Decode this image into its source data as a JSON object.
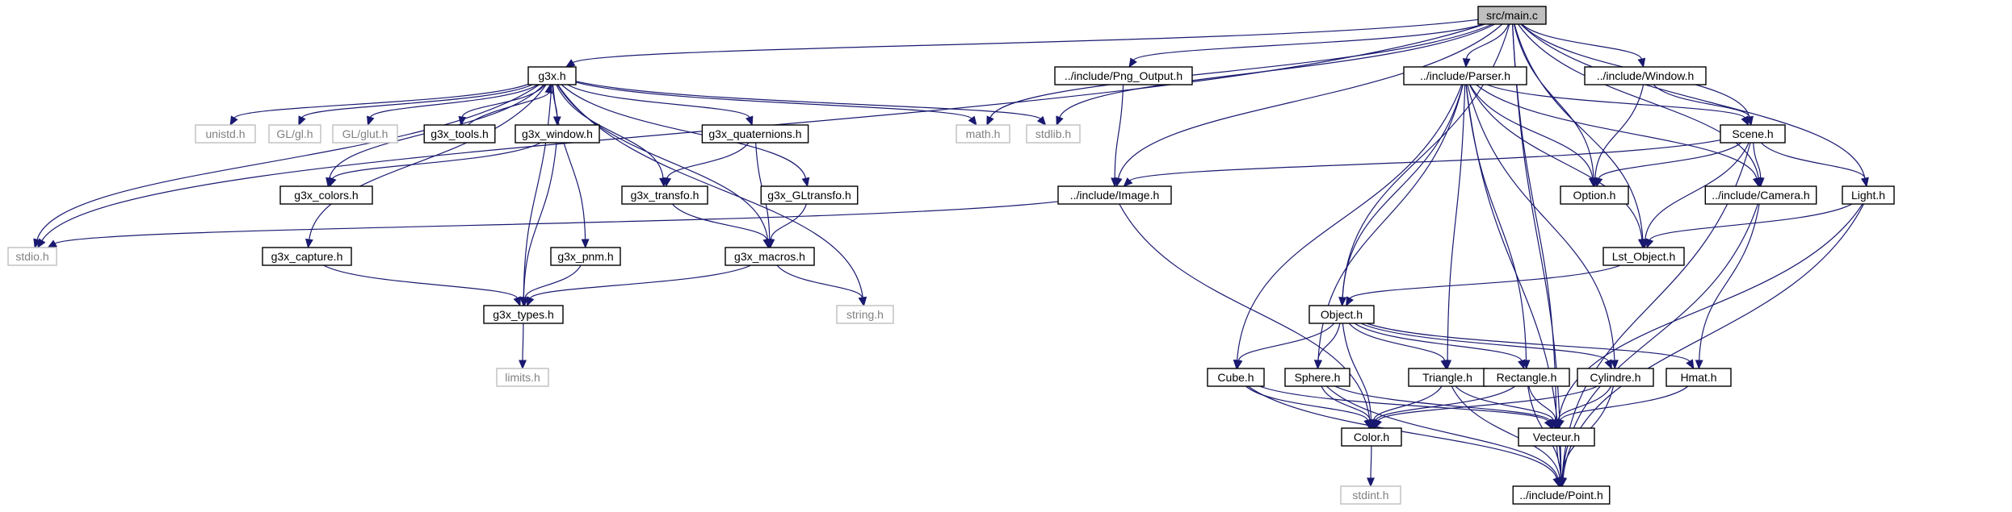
{
  "graph": {
    "nodes": [
      {
        "id": "main",
        "label": "src/main.c",
        "kind": "root"
      },
      {
        "id": "g3x",
        "label": "g3x.h",
        "kind": "doc"
      },
      {
        "id": "png",
        "label": "../include/Png_Output.h",
        "kind": "doc"
      },
      {
        "id": "parser",
        "label": "../include/Parser.h",
        "kind": "doc"
      },
      {
        "id": "window",
        "label": "../include/Window.h",
        "kind": "doc"
      },
      {
        "id": "unistd",
        "label": "unistd.h",
        "kind": "ext"
      },
      {
        "id": "glgl",
        "label": "GL/gl.h",
        "kind": "ext"
      },
      {
        "id": "glglut",
        "label": "GL/glut.h",
        "kind": "ext"
      },
      {
        "id": "g3xtools",
        "label": "g3x_tools.h",
        "kind": "doc"
      },
      {
        "id": "g3xwindow",
        "label": "g3x_window.h",
        "kind": "doc"
      },
      {
        "id": "g3xquat",
        "label": "g3x_quaternions.h",
        "kind": "doc"
      },
      {
        "id": "math",
        "label": "math.h",
        "kind": "ext"
      },
      {
        "id": "stdlib",
        "label": "stdlib.h",
        "kind": "ext"
      },
      {
        "id": "scene",
        "label": "Scene.h",
        "kind": "doc"
      },
      {
        "id": "g3xcolors",
        "label": "g3x_colors.h",
        "kind": "doc"
      },
      {
        "id": "g3xtransfo",
        "label": "g3x_transfo.h",
        "kind": "doc"
      },
      {
        "id": "g3xgltransfo",
        "label": "g3x_GLtransfo.h",
        "kind": "doc"
      },
      {
        "id": "image",
        "label": "../include/Image.h",
        "kind": "doc"
      },
      {
        "id": "option",
        "label": "Option.h",
        "kind": "doc"
      },
      {
        "id": "camera",
        "label": "../include/Camera.h",
        "kind": "doc"
      },
      {
        "id": "light",
        "label": "Light.h",
        "kind": "doc"
      },
      {
        "id": "stdio",
        "label": "stdio.h",
        "kind": "ext"
      },
      {
        "id": "g3xcapture",
        "label": "g3x_capture.h",
        "kind": "doc"
      },
      {
        "id": "g3xpnm",
        "label": "g3x_pnm.h",
        "kind": "doc"
      },
      {
        "id": "g3xmacros",
        "label": "g3x_macros.h",
        "kind": "doc"
      },
      {
        "id": "lstobject",
        "label": "Lst_Object.h",
        "kind": "doc"
      },
      {
        "id": "g3xtypes",
        "label": "g3x_types.h",
        "kind": "doc"
      },
      {
        "id": "string",
        "label": "string.h",
        "kind": "ext"
      },
      {
        "id": "object",
        "label": "Object.h",
        "kind": "doc"
      },
      {
        "id": "limits",
        "label": "limits.h",
        "kind": "ext"
      },
      {
        "id": "cube",
        "label": "Cube.h",
        "kind": "doc"
      },
      {
        "id": "sphere",
        "label": "Sphere.h",
        "kind": "doc"
      },
      {
        "id": "triangle",
        "label": "Triangle.h",
        "kind": "doc"
      },
      {
        "id": "rectangle",
        "label": "Rectangle.h",
        "kind": "doc"
      },
      {
        "id": "cylindre",
        "label": "Cylindre.h",
        "kind": "doc"
      },
      {
        "id": "hmat",
        "label": "Hmat.h",
        "kind": "doc"
      },
      {
        "id": "color",
        "label": "Color.h",
        "kind": "doc"
      },
      {
        "id": "vecteur",
        "label": "Vecteur.h",
        "kind": "doc"
      },
      {
        "id": "stdint",
        "label": "stdint.h",
        "kind": "ext"
      },
      {
        "id": "point",
        "label": "../include/Point.h",
        "kind": "doc"
      }
    ],
    "edges": [
      [
        "main",
        "g3x"
      ],
      [
        "main",
        "png"
      ],
      [
        "main",
        "parser"
      ],
      [
        "main",
        "window"
      ],
      [
        "main",
        "stdio"
      ],
      [
        "main",
        "math"
      ],
      [
        "main",
        "stdlib"
      ],
      [
        "main",
        "image"
      ],
      [
        "main",
        "object"
      ],
      [
        "main",
        "option"
      ],
      [
        "main",
        "scene"
      ],
      [
        "main",
        "camera"
      ],
      [
        "main",
        "light"
      ],
      [
        "main",
        "lstobject"
      ],
      [
        "main",
        "vecteur"
      ],
      [
        "main",
        "point"
      ],
      [
        "g3x",
        "stdio"
      ],
      [
        "g3x",
        "unistd"
      ],
      [
        "g3x",
        "glgl"
      ],
      [
        "g3x",
        "glglut"
      ],
      [
        "g3x",
        "g3xtools"
      ],
      [
        "g3x",
        "g3xwindow"
      ],
      [
        "g3x",
        "g3xquat"
      ],
      [
        "g3x",
        "math"
      ],
      [
        "g3x",
        "stdlib"
      ],
      [
        "g3x",
        "g3xcolors"
      ],
      [
        "g3x",
        "g3xtransfo"
      ],
      [
        "g3x",
        "g3xgltransfo"
      ],
      [
        "g3x",
        "g3xcapture"
      ],
      [
        "g3x",
        "g3xpnm"
      ],
      [
        "g3x",
        "g3xmacros"
      ],
      [
        "g3x",
        "g3xtypes"
      ],
      [
        "g3x",
        "string"
      ],
      [
        "g3xtools",
        "g3x"
      ],
      [
        "g3xwindow",
        "g3xcolors"
      ],
      [
        "g3xwindow",
        "g3xtypes"
      ],
      [
        "g3xquat",
        "g3xtransfo"
      ],
      [
        "g3xquat",
        "g3xmacros"
      ],
      [
        "g3xtransfo",
        "g3xmacros"
      ],
      [
        "g3xgltransfo",
        "g3xmacros"
      ],
      [
        "g3xcapture",
        "g3xtypes"
      ],
      [
        "g3xpnm",
        "g3xtypes"
      ],
      [
        "g3xmacros",
        "g3xtypes"
      ],
      [
        "g3xmacros",
        "string"
      ],
      [
        "g3xtypes",
        "limits"
      ],
      [
        "png",
        "image"
      ],
      [
        "image",
        "stdio"
      ],
      [
        "image",
        "color"
      ],
      [
        "parser",
        "scene"
      ],
      [
        "parser",
        "option"
      ],
      [
        "parser",
        "camera"
      ],
      [
        "parser",
        "lstobject"
      ],
      [
        "parser",
        "object"
      ],
      [
        "parser",
        "cube"
      ],
      [
        "parser",
        "sphere"
      ],
      [
        "parser",
        "triangle"
      ],
      [
        "parser",
        "rectangle"
      ],
      [
        "parser",
        "cylindre"
      ],
      [
        "parser",
        "point"
      ],
      [
        "window",
        "scene"
      ],
      [
        "window",
        "option"
      ],
      [
        "scene",
        "image"
      ],
      [
        "scene",
        "option"
      ],
      [
        "scene",
        "camera"
      ],
      [
        "scene",
        "light"
      ],
      [
        "scene",
        "lstobject"
      ],
      [
        "scene",
        "point"
      ],
      [
        "camera",
        "hmat"
      ],
      [
        "camera",
        "point"
      ],
      [
        "light",
        "lstobject"
      ],
      [
        "light",
        "vecteur"
      ],
      [
        "light",
        "point"
      ],
      [
        "lstobject",
        "object"
      ],
      [
        "object",
        "cube"
      ],
      [
        "object",
        "sphere"
      ],
      [
        "object",
        "triangle"
      ],
      [
        "object",
        "rectangle"
      ],
      [
        "object",
        "cylindre"
      ],
      [
        "object",
        "hmat"
      ],
      [
        "object",
        "color"
      ],
      [
        "cube",
        "color"
      ],
      [
        "cube",
        "vecteur"
      ],
      [
        "cube",
        "point"
      ],
      [
        "sphere",
        "color"
      ],
      [
        "sphere",
        "vecteur"
      ],
      [
        "sphere",
        "point"
      ],
      [
        "triangle",
        "color"
      ],
      [
        "triangle",
        "vecteur"
      ],
      [
        "triangle",
        "point"
      ],
      [
        "rectangle",
        "color"
      ],
      [
        "rectangle",
        "vecteur"
      ],
      [
        "rectangle",
        "point"
      ],
      [
        "cylindre",
        "color"
      ],
      [
        "cylindre",
        "vecteur"
      ],
      [
        "cylindre",
        "point"
      ],
      [
        "hmat",
        "vecteur"
      ],
      [
        "color",
        "stdint"
      ],
      [
        "vecteur",
        "point"
      ]
    ]
  },
  "colors": {
    "edge": "#191970",
    "node_border": "#000000",
    "ext_border": "#bfbfbf",
    "ext_text": "#808080",
    "root_fill": "#bfbfbf",
    "text": "#000000"
  }
}
